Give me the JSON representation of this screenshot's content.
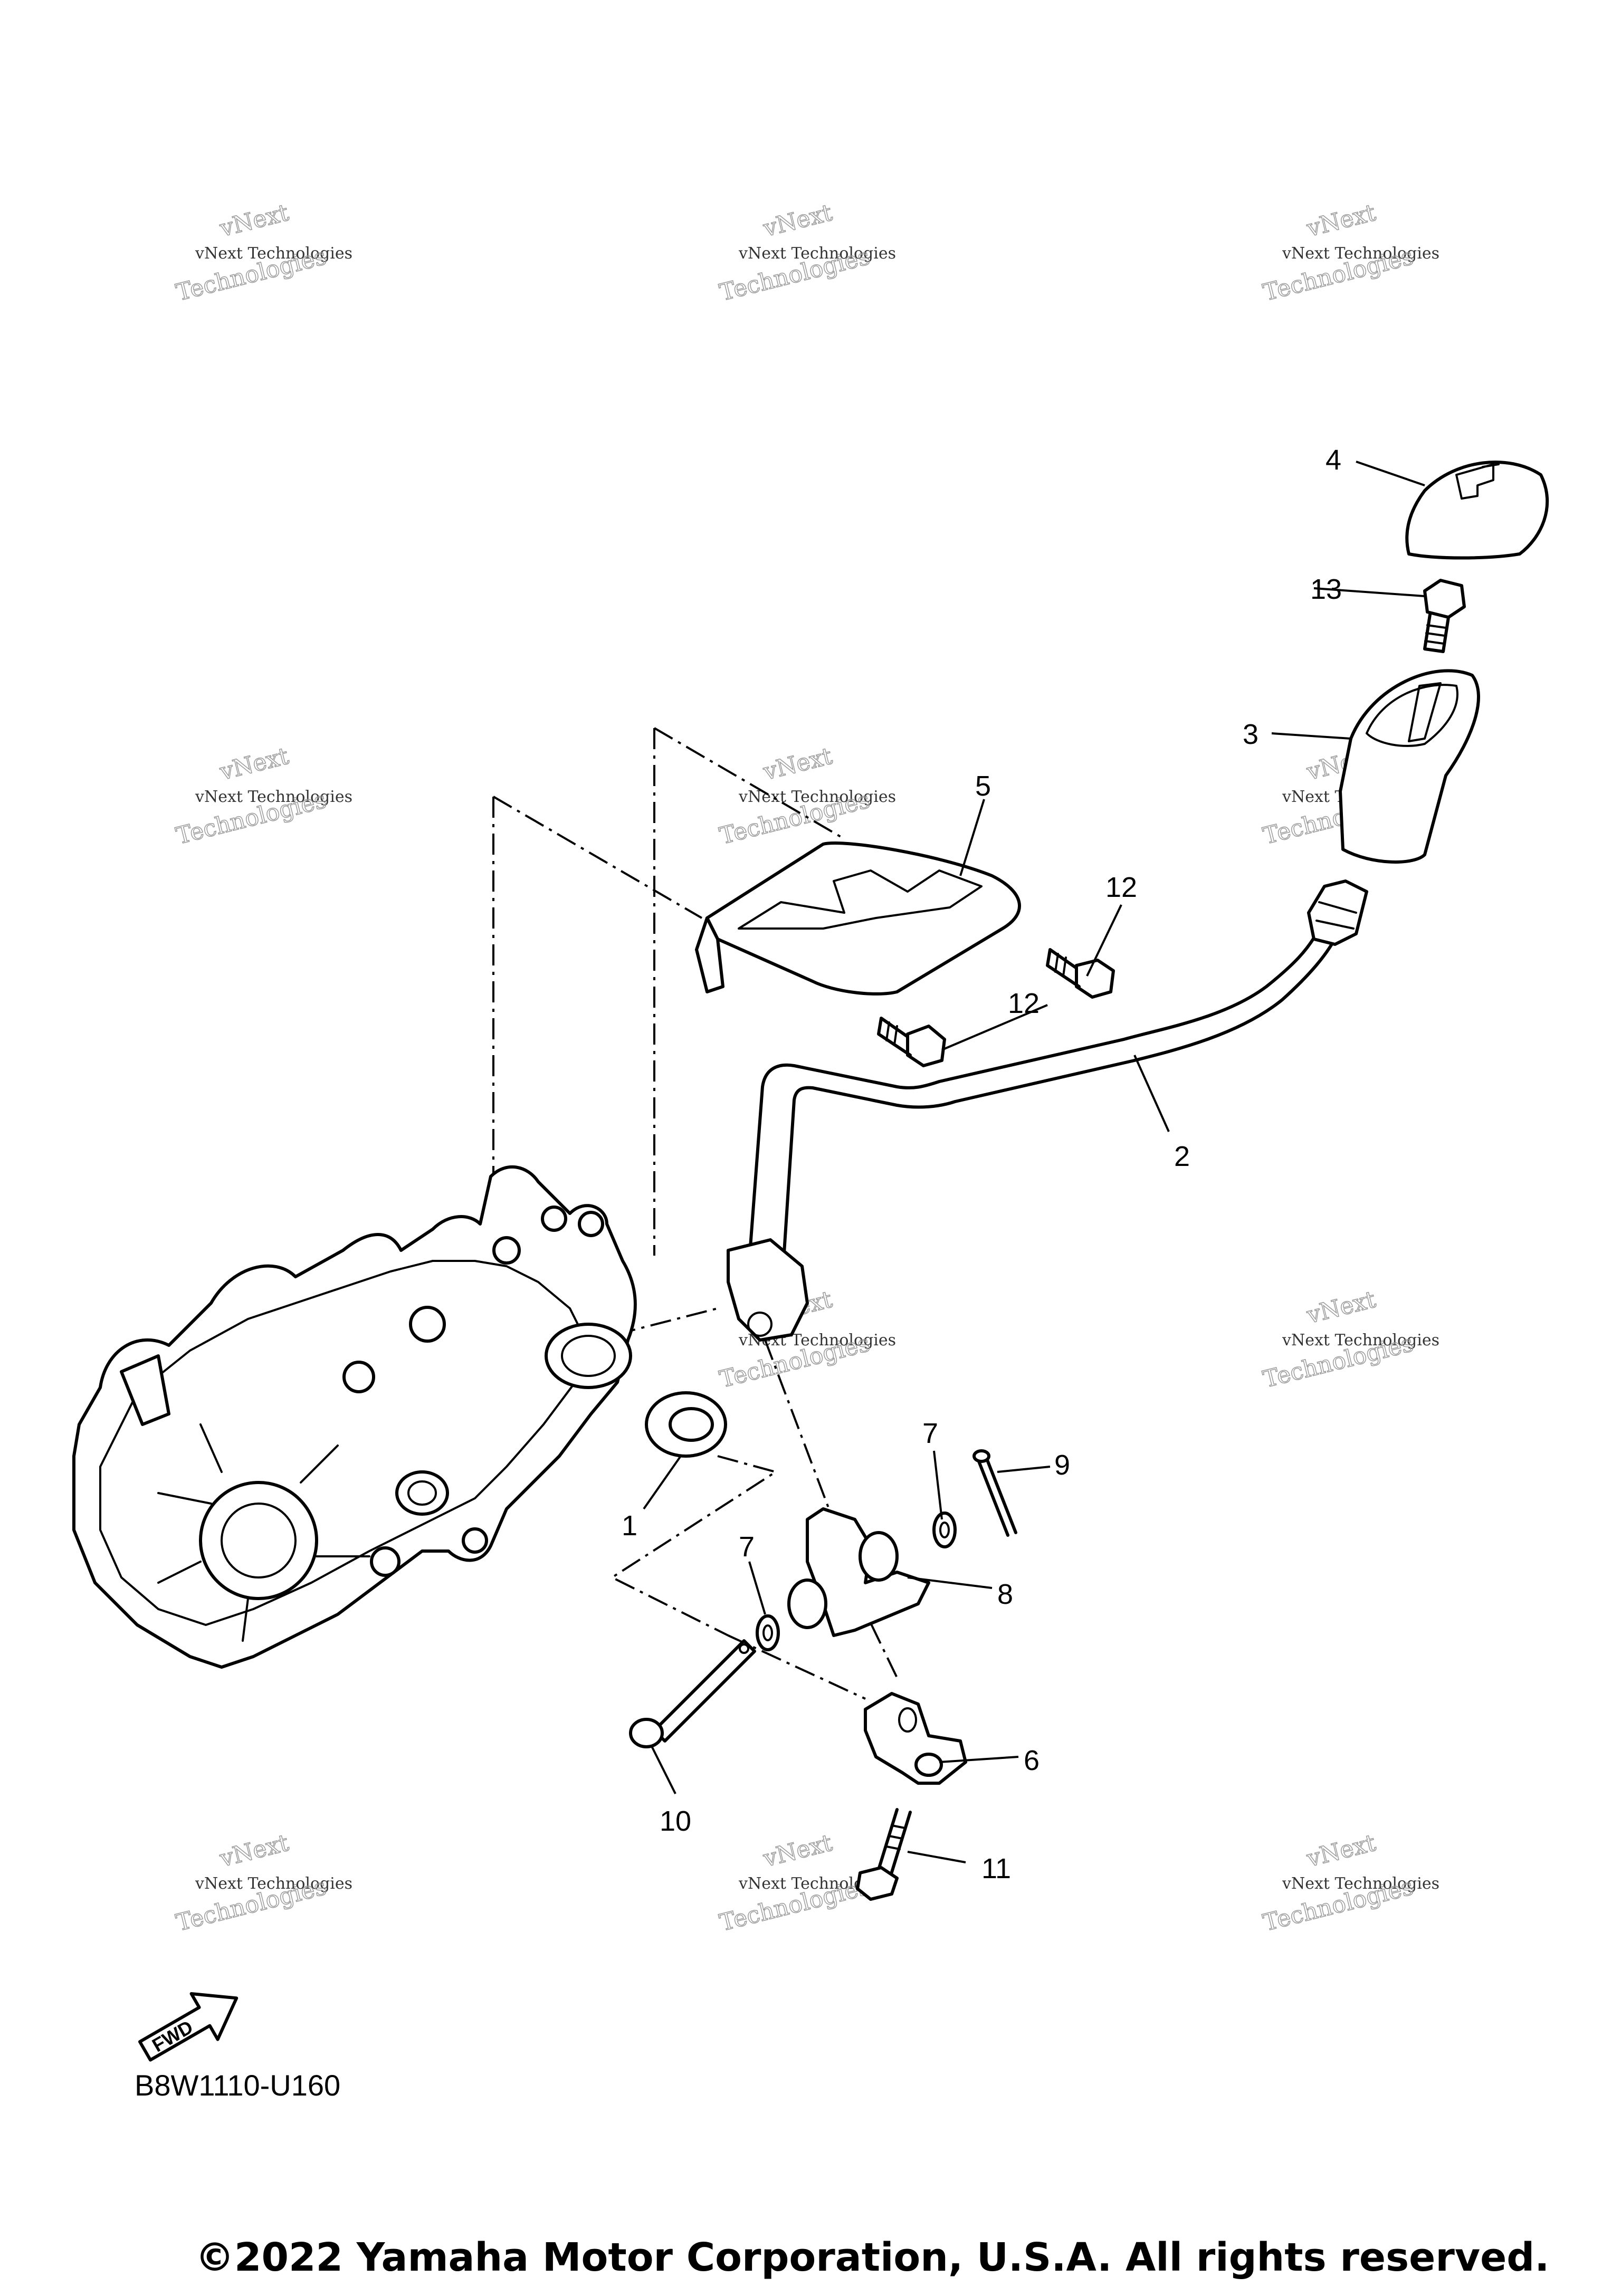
{
  "diagram": {
    "callouts": [
      "1",
      "2",
      "3",
      "4",
      "5",
      "6",
      "7",
      "7",
      "8",
      "9",
      "10",
      "11",
      "12",
      "12",
      "13"
    ],
    "fwd_badge": "FWD",
    "code": "B8W1110-U160",
    "copyright": "©2022 Yamaha Motor Corporation, U.S.A. All rights reserved."
  },
  "watermark": {
    "line1": "vNext Technologies",
    "line2": "vNext",
    "line3": "Technologies"
  }
}
